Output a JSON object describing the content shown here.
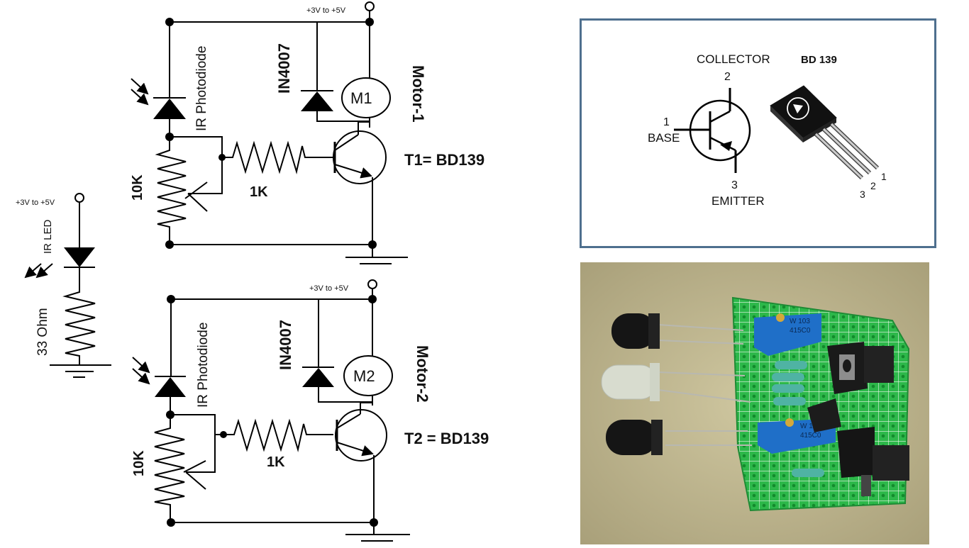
{
  "schematic": {
    "supply_label": "+3V to +5V",
    "channel1": {
      "photodiode_label": "IR Photodiode",
      "diode_label": "IN4007",
      "motor_symbol": "M1",
      "motor_label": "Motor-1",
      "pot_label": "10K",
      "resistor_label": "1K",
      "transistor_label": "T1= BD139"
    },
    "channel2": {
      "photodiode_label": "IR Photodiode",
      "diode_label": "IN4007",
      "motor_symbol": "M2",
      "motor_label": "Motor-2",
      "pot_label": "10K",
      "resistor_label": "1K",
      "transistor_label": "T2 = BD139"
    },
    "emitter": {
      "supply_label": "+3V to +5V",
      "led_label": "IR LED",
      "resistor_label": "33 Ohm"
    }
  },
  "pinout": {
    "part_name": "BD 139",
    "collector_label": "COLLECTOR",
    "collector_pin": "2",
    "base_label": "BASE",
    "base_pin": "1",
    "emitter_label": "EMITTER",
    "emitter_pin": "3",
    "package_pins": [
      "1",
      "2",
      "3"
    ],
    "border_color": "#4e6f8e"
  },
  "photo": {
    "trimpot_marking_top": "W 103",
    "trimpot_marking_bottom": "415C0",
    "board_color": "#2db84a"
  }
}
